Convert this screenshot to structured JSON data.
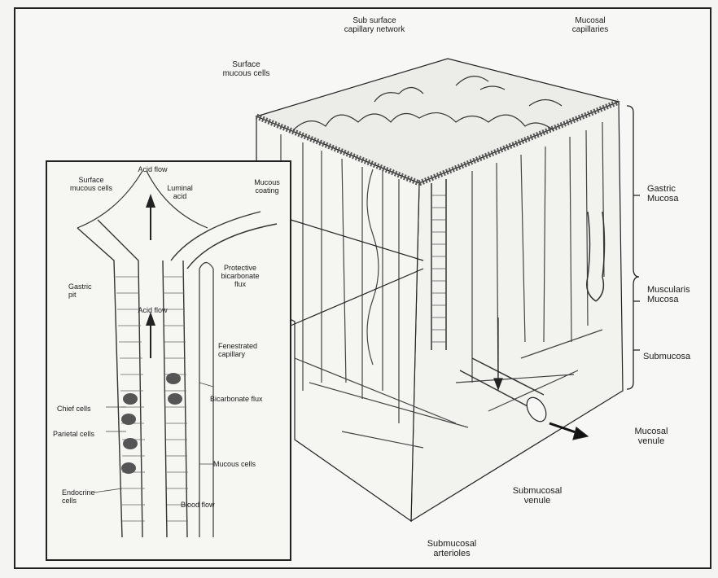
{
  "diagram": {
    "labels": {
      "subsurface_capillary_network": "Sub surface\ncapillary network",
      "mucosal_capillaries": "Mucosal\ncapillaries",
      "surface_mucous_cells_main": "Surface\nmucous cells",
      "gastric_mucosa": "Gastric\nMucosa",
      "muscularis_mucosa": "Muscularis\nMucosa",
      "submucosa": "Submucosa",
      "mucosal_venule": "Mucosal\nvenule",
      "submucosal_venule": "Submucosal\nvenule",
      "submucosal_arterioles": "Submucosal\narterioles"
    },
    "inset": {
      "acid_flow_top": "Acid flow",
      "surface_mucous_cells": "Surface\nmucous cells",
      "luminal_acid": "Luminal\nacid",
      "mucous_coating": "Mucous\ncoating",
      "protective_bicarbonate_flux": "Protective\nbicarbonate\nflux",
      "gastric_pit": "Gastric\npit",
      "acid_flow_mid": "Acid flow",
      "fenestrated_capillary": "Fenestrated\ncapillary",
      "bicarbonate_flux": "Bicarbonate flux",
      "chief_cells": "Chief cells",
      "parietal_cells": "Parietal cells",
      "mucous_cells": "Mucous cells",
      "endocrine_cells": "Endocrine\ncells",
      "blood_flow": "Blood flow"
    }
  }
}
